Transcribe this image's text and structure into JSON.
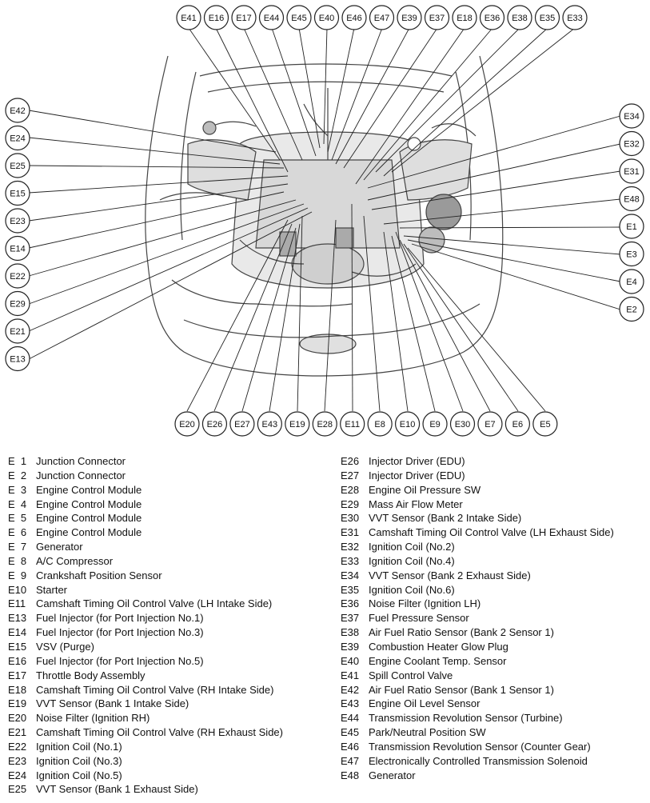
{
  "diagram": {
    "callouts_top": [
      "E41",
      "E16",
      "E17",
      "E44",
      "E45",
      "E40",
      "E46",
      "E47",
      "E39",
      "E37",
      "E18",
      "E36",
      "E38",
      "E35",
      "E33"
    ],
    "callouts_left": [
      "E42",
      "E24",
      "E25",
      "E15",
      "E23",
      "E14",
      "E22",
      "E29",
      "E21",
      "E13"
    ],
    "callouts_right": [
      "E34",
      "E32",
      "E31",
      "E48",
      "E1",
      "E3",
      "E4",
      "E2"
    ],
    "callouts_bottom": [
      "E20",
      "E26",
      "E27",
      "E43",
      "E19",
      "E28",
      "E11",
      "E8",
      "E10",
      "E9",
      "E30",
      "E7",
      "E6",
      "E5"
    ]
  },
  "legend": {
    "left": [
      {
        "code": "E  1",
        "desc": "Junction Connector"
      },
      {
        "code": "E  2",
        "desc": "Junction Connector"
      },
      {
        "code": "E  3",
        "desc": "Engine Control Module"
      },
      {
        "code": "E  4",
        "desc": "Engine Control Module"
      },
      {
        "code": "E  5",
        "desc": "Engine Control Module"
      },
      {
        "code": "E  6",
        "desc": "Engine Control Module"
      },
      {
        "code": "E  7",
        "desc": "Generator"
      },
      {
        "code": "E  8",
        "desc": "A/C Compressor"
      },
      {
        "code": "E  9",
        "desc": "Crankshaft Position Sensor"
      },
      {
        "code": "E10",
        "desc": "Starter"
      },
      {
        "code": "E11",
        "desc": "Camshaft Timing Oil Control Valve (LH Intake Side)"
      },
      {
        "code": "E13",
        "desc": "Fuel Injector (for Port Injection No.1)"
      },
      {
        "code": "E14",
        "desc": "Fuel Injector (for Port Injection No.3)"
      },
      {
        "code": "E15",
        "desc": "VSV (Purge)"
      },
      {
        "code": "E16",
        "desc": "Fuel Injector (for Port Injection No.5)"
      },
      {
        "code": "E17",
        "desc": "Throttle Body Assembly"
      },
      {
        "code": "E18",
        "desc": "Camshaft Timing Oil Control Valve (RH Intake Side)"
      },
      {
        "code": "E19",
        "desc": "VVT Sensor (Bank 1 Intake Side)"
      },
      {
        "code": "E20",
        "desc": "Noise Filter (Ignition RH)"
      },
      {
        "code": "E21",
        "desc": "Camshaft Timing Oil Control Valve (RH Exhaust Side)"
      },
      {
        "code": "E22",
        "desc": "Ignition Coil (No.1)"
      },
      {
        "code": "E23",
        "desc": "Ignition Coil (No.3)"
      },
      {
        "code": "E24",
        "desc": "Ignition Coil (No.5)"
      },
      {
        "code": "E25",
        "desc": "VVT Sensor (Bank 1 Exhaust Side)"
      }
    ],
    "right": [
      {
        "code": "E26",
        "desc": "Injector Driver (EDU)"
      },
      {
        "code": "E27",
        "desc": "Injector Driver (EDU)"
      },
      {
        "code": "E28",
        "desc": "Engine Oil Pressure SW"
      },
      {
        "code": "E29",
        "desc": "Mass Air Flow Meter"
      },
      {
        "code": "E30",
        "desc": "VVT Sensor (Bank 2 Intake Side)"
      },
      {
        "code": "E31",
        "desc": "Camshaft Timing Oil Control Valve (LH Exhaust Side)"
      },
      {
        "code": "E32",
        "desc": "Ignition Coil (No.2)"
      },
      {
        "code": "E33",
        "desc": "Ignition Coil (No.4)"
      },
      {
        "code": "E34",
        "desc": "VVT Sensor (Bank 2 Exhaust Side)"
      },
      {
        "code": "E35",
        "desc": "Ignition Coil (No.6)"
      },
      {
        "code": "E36",
        "desc": "Noise Filter (Ignition LH)"
      },
      {
        "code": "E37",
        "desc": "Fuel Pressure Sensor"
      },
      {
        "code": "E38",
        "desc": "Air Fuel Ratio Sensor (Bank 2 Sensor 1)"
      },
      {
        "code": "E39",
        "desc": "Combustion Heater Glow Plug"
      },
      {
        "code": "E40",
        "desc": "Engine Coolant Temp. Sensor"
      },
      {
        "code": "E41",
        "desc": "Spill Control Valve"
      },
      {
        "code": "E42",
        "desc": "Air Fuel Ratio Sensor (Bank 1 Sensor 1)"
      },
      {
        "code": "E43",
        "desc": "Engine Oil Level Sensor"
      },
      {
        "code": "E44",
        "desc": "Transmission Revolution Sensor (Turbine)"
      },
      {
        "code": "E45",
        "desc": "Park/Neutral Position SW"
      },
      {
        "code": "E46",
        "desc": "Transmission Revolution Sensor (Counter Gear)"
      },
      {
        "code": "E47",
        "desc": "Electronically Controlled Transmission Solenoid"
      },
      {
        "code": "E48",
        "desc": "Generator"
      }
    ]
  }
}
